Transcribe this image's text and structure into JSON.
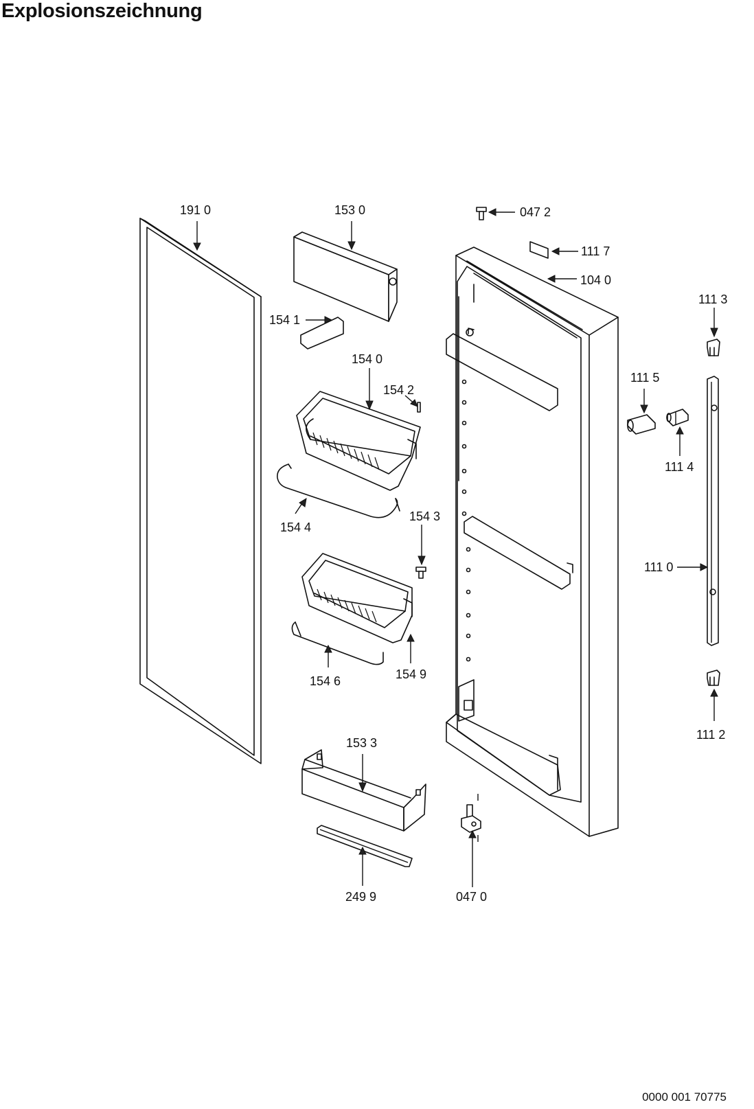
{
  "title": "Explosionszeichnung",
  "document_number": "0000 001 70775",
  "parts": [
    {
      "id": "gasket",
      "label": "191 0"
    },
    {
      "id": "top-cover",
      "label": "153 0"
    },
    {
      "id": "screw-top",
      "label": "047 2"
    },
    {
      "id": "badge",
      "label": "111 7"
    },
    {
      "id": "door-panel",
      "label": "104 0"
    },
    {
      "id": "handle-cap-top",
      "label": "111 3"
    },
    {
      "id": "clip",
      "label": "154 1"
    },
    {
      "id": "bin-upper",
      "label": "154 0"
    },
    {
      "id": "pin",
      "label": "154 2"
    },
    {
      "id": "handle-insert-a",
      "label": "111 5"
    },
    {
      "id": "handle-insert-b",
      "label": "111 4"
    },
    {
      "id": "wire-upper",
      "label": "154 4"
    },
    {
      "id": "screw-mid",
      "label": "154 3"
    },
    {
      "id": "handle-bar",
      "label": "111 0"
    },
    {
      "id": "bin-lower",
      "label": "154 9"
    },
    {
      "id": "wire-lower",
      "label": "154 6"
    },
    {
      "id": "handle-cap-bottom",
      "label": "111 2"
    },
    {
      "id": "bottle-shelf",
      "label": "153 3"
    },
    {
      "id": "trim-strip",
      "label": "249 9"
    },
    {
      "id": "hinge-pin",
      "label": "047 0"
    }
  ]
}
